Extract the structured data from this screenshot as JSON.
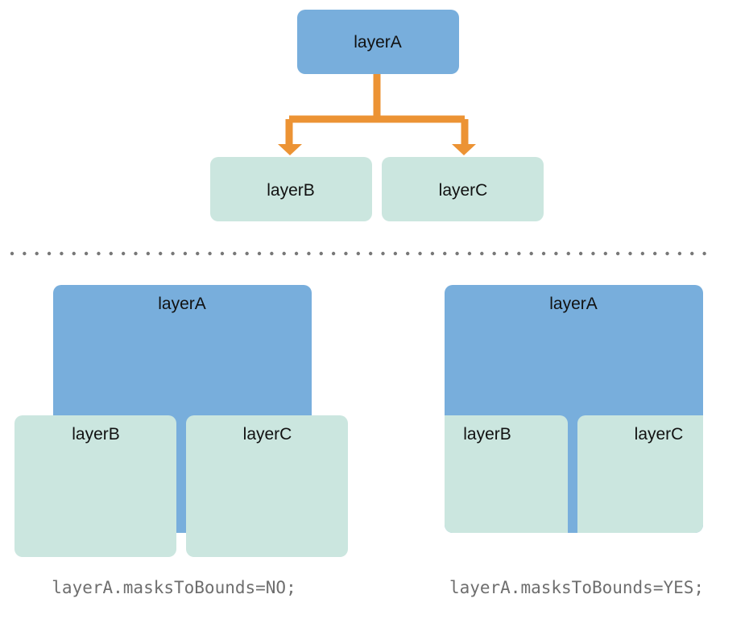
{
  "colors": {
    "layerA": "#78aedc",
    "sublayer": "#cbe6df",
    "arrow": "#ec9334",
    "dots": "#777777"
  },
  "tree": {
    "parent": "layerA",
    "children": [
      "layerB",
      "layerC"
    ]
  },
  "left_panel": {
    "layerA": "layerA",
    "layerB": "layerB",
    "layerC": "layerC",
    "caption": "layerA.masksToBounds=NO;"
  },
  "right_panel": {
    "layerA": "layerA",
    "layerB": "layerB",
    "layerC": "layerC",
    "caption": "layerA.masksToBounds=YES;"
  }
}
